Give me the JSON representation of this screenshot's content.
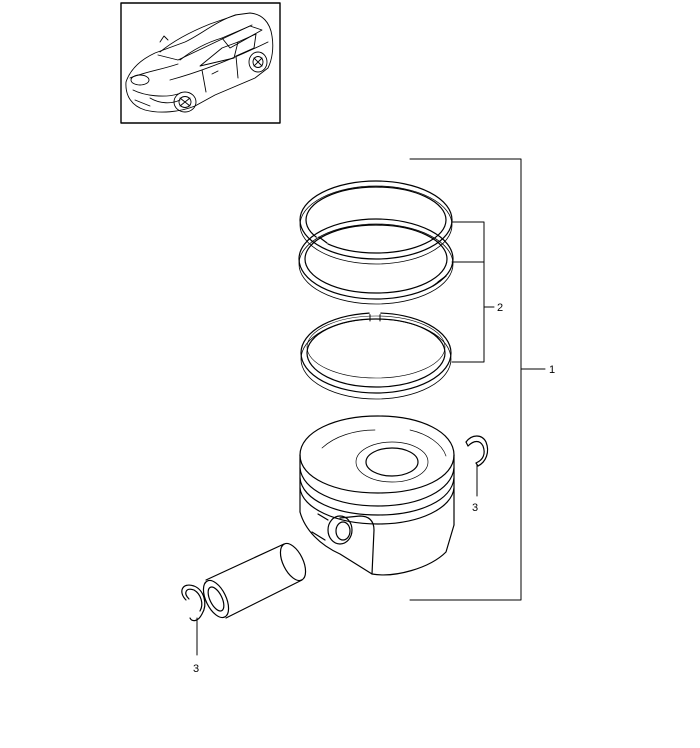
{
  "diagram": {
    "callouts": {
      "piston_assembly": "1",
      "piston_rings": "2",
      "retaining_ring_right": "3",
      "retaining_ring_left": "3"
    },
    "colors": {
      "line": "#000000",
      "paper": "#ffffff"
    }
  }
}
